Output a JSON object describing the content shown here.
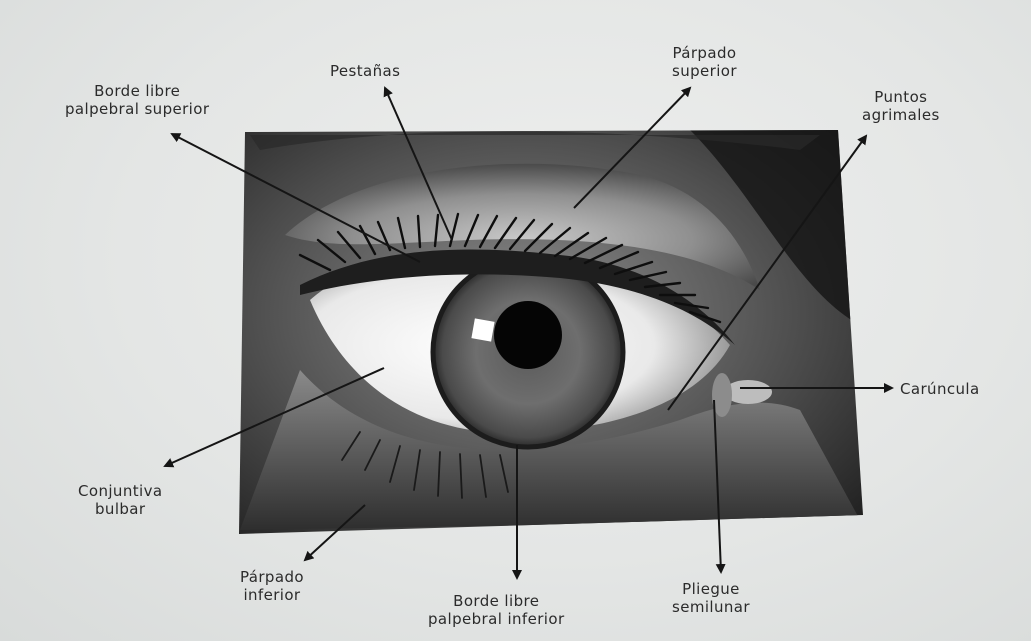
{
  "labels": {
    "borde_libre_superior": [
      "Borde libre",
      "palpebral superior"
    ],
    "pestanas": [
      "Pestañas"
    ],
    "parpado_superior": [
      "Párpado",
      "superior"
    ],
    "puntos_lagrimales": [
      "Puntos",
      "agrimales"
    ],
    "caruncula": [
      "Carúncula"
    ],
    "conjuntiva_bulbar": [
      "Conjuntiva",
      "bulbar"
    ],
    "parpado_inferior": [
      "Párpado",
      "inferior"
    ],
    "borde_libre_inferior": [
      "Borde libre",
      "palpebral inferior"
    ],
    "pliegue_semilunar": [
      "Pliegue",
      "semilunar"
    ]
  },
  "icons": {
    "photo": "human-eye-photo",
    "pointer": "arrow-icon"
  },
  "colors": {
    "paper": "#e6e8e7",
    "ink": "#2b2b2b"
  }
}
